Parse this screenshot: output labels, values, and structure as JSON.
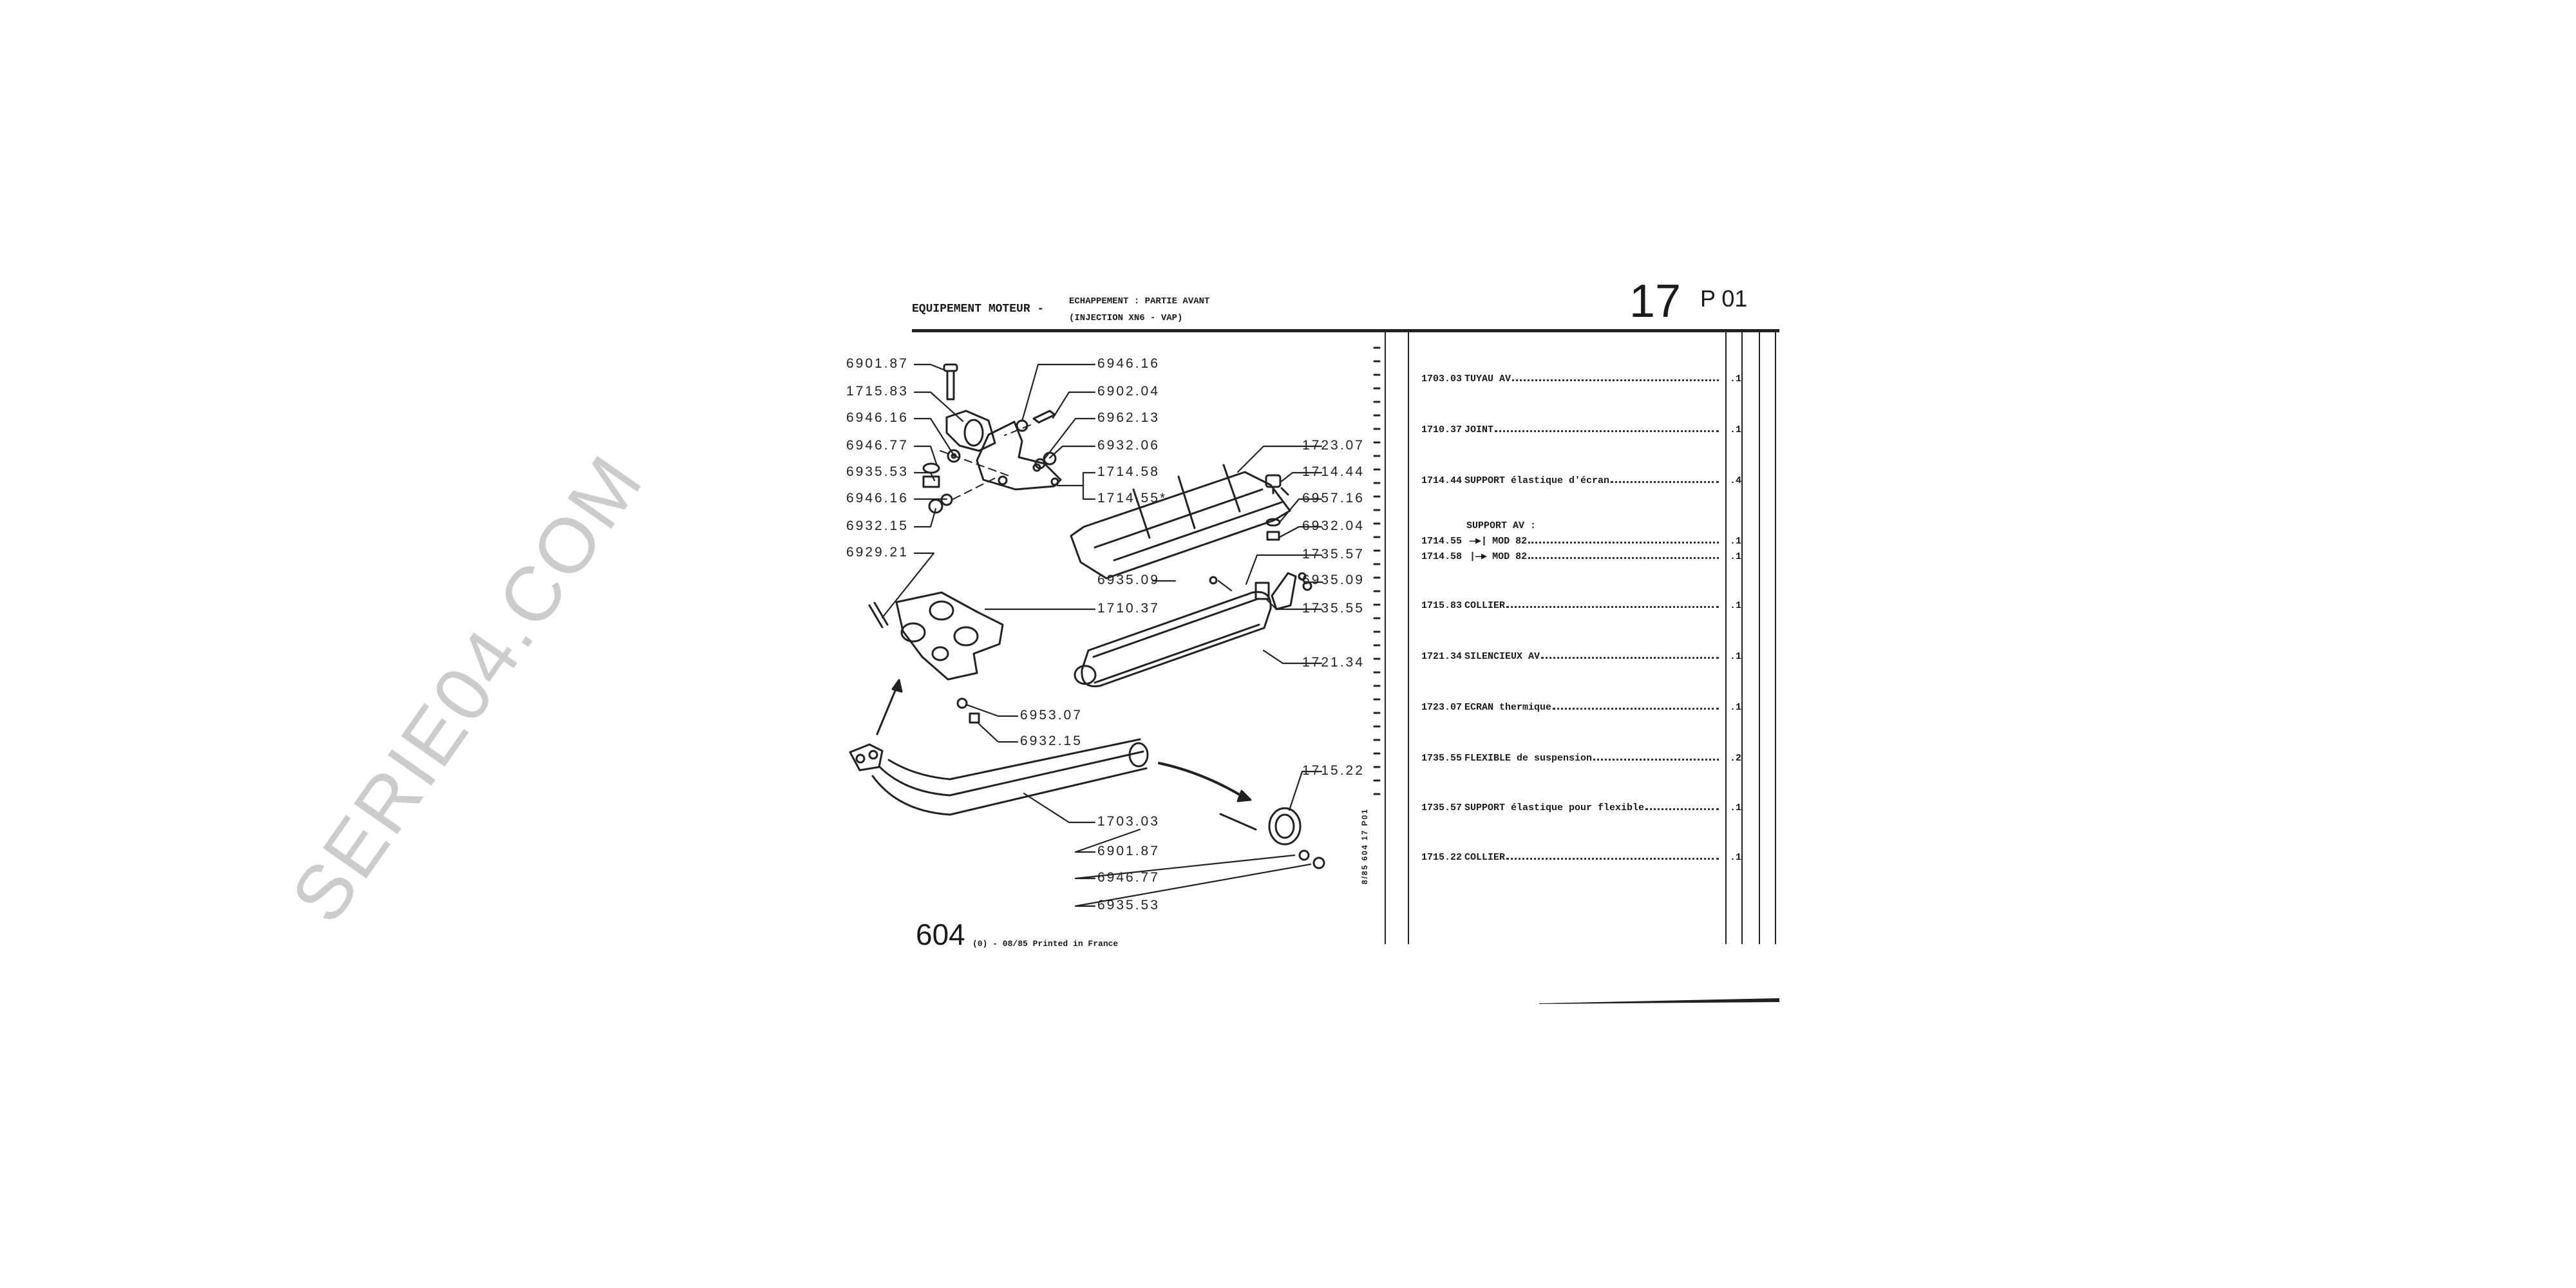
{
  "header": {
    "section": "EQUIPEMENT MOTEUR -",
    "subtitle_line1": "ECHAPPEMENT : PARTIE AVANT",
    "subtitle_line2": "(INJECTION XN6 - VAP)",
    "group_number": "17",
    "page_code": "P 01"
  },
  "callouts": [
    "6901.87",
    "1715.83",
    "6946.16",
    "6946.77",
    "6935.53",
    "6946.16",
    "6932.15",
    "6929.21",
    "6946.16",
    "6902.04",
    "6962.13",
    "6932.06",
    "1714.58",
    "1714.55*",
    "6935.09",
    "1710.37",
    "6953.07",
    "6932.15",
    "1703.03",
    "6901.87",
    "6946.77",
    "6935.53",
    "1723.07",
    "1714.44",
    "6957.16",
    "6932.04",
    "1735.57",
    "6935.09",
    "1735.55",
    "1721.34",
    "1715.22"
  ],
  "parts_list": {
    "items": [
      {
        "ref": "1703.03",
        "name": "TUYAU AV",
        "qty": ".1"
      },
      {
        "ref": "1710.37",
        "name": "JOINT",
        "qty": ".1"
      },
      {
        "ref": "1714.44",
        "name": "SUPPORT élastique d'écran",
        "qty": ".4"
      },
      {
        "ref": "1715.83",
        "name": "COLLIER",
        "qty": ".1"
      },
      {
        "ref": "1721.34",
        "name": "SILENCIEUX AV",
        "qty": ".1"
      },
      {
        "ref": "1723.07",
        "name": "ECRAN thermique",
        "qty": ".1"
      },
      {
        "ref": "1735.55",
        "name": "FLEXIBLE de suspension",
        "qty": ".2"
      },
      {
        "ref": "1735.57",
        "name": "SUPPORT élastique pour flexible",
        "qty": ".1"
      },
      {
        "ref": "1715.22",
        "name": "COLLIER",
        "qty": ".1"
      }
    ],
    "group": {
      "title": "SUPPORT AV :",
      "items": [
        {
          "ref": "1714.55",
          "arrow": "—▶|",
          "name": "MOD 82",
          "qty": ".1"
        },
        {
          "ref": "1714.58",
          "arrow": "|—▶",
          "name": "MOD 82",
          "qty": ".1"
        }
      ]
    }
  },
  "footer": {
    "model": "604",
    "edition": "(0) - 08/85 Printed in France",
    "side_reference": "8/85  604  17  P01"
  },
  "watermark": "SERIE04.COM"
}
